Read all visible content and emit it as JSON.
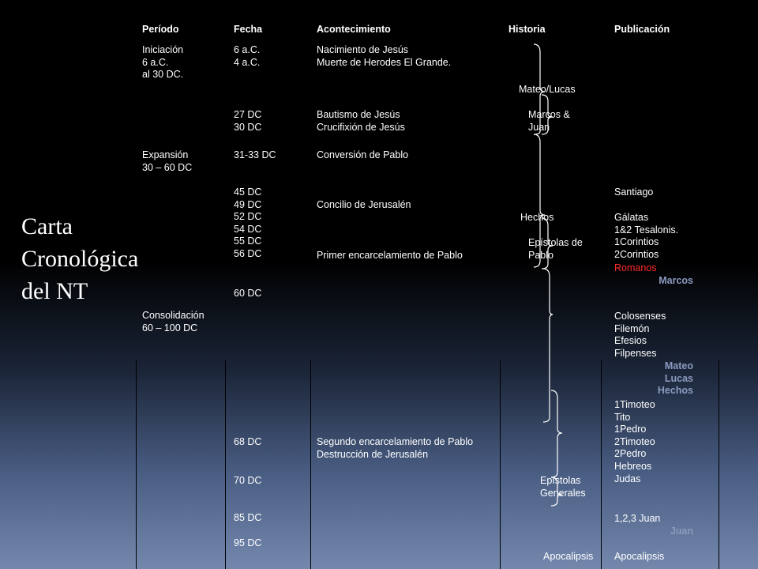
{
  "slide_title": "Carta\nCronológica\ndel NT",
  "headers": {
    "periodo": "Período",
    "fecha": "Fecha",
    "acontecimiento": "Acontecimiento",
    "historia": "Historia",
    "publicacion": "Publicación"
  },
  "periodo": {
    "iniciacion": "Iniciación\n6 a.C.\nal 30 DC.",
    "expansion": "Expansión\n30 – 60 DC",
    "consolidacion": "Consolidación\n60 – 100 DC"
  },
  "fecha": {
    "f1": "6 a.C.\n4 a.C.",
    "f2": "27 DC\n30 DC",
    "f3": "31-33 DC",
    "f4": "45 DC\n49 DC\n52 DC\n54 DC\n55 DC\n56 DC",
    "f5": "60 DC",
    "f6": "68 DC",
    "f7": "70 DC",
    "f8": "85 DC",
    "f9": "95 DC"
  },
  "acontecimiento": {
    "a1": "Nacimiento de Jesús\nMuerte de Herodes El Grande.",
    "a2": "Bautismo de Jesús\nCrucifixión de Jesús",
    "a3": "Conversión de Pablo",
    "a4": "Concilio de Jerusalén",
    "a5": "Primer encarcelamiento de Pablo",
    "a6": "Segundo encarcelamiento de Pablo\nDestrucción de Jerusalén"
  },
  "historia": {
    "h1": "Mateo/Lucas",
    "h2": "Marcos &\nJuan",
    "h3": "Hechos",
    "h4": "Epístolas de\nPablo",
    "h5": "Epístolas\nGenerales",
    "h6": "Apocalipsis"
  },
  "publicacion": {
    "p1": "Santiago",
    "p2": "Gálatas\n1&2 Tesalonis.\n1Corintios\n2Corintios",
    "p3_red": "Romanos",
    "p4_blue": "Marcos",
    "p5": "Colosenses\nFilemón\nEfesios\nFilpenses",
    "p6_blue": "Mateo\nLucas\nHechos",
    "p7": "1Timoteo\nTito\n1Pedro\n2Timoteo\n2Pedro\nHebreos\nJudas",
    "p8": "1,2,3 Juan",
    "p9_blue": "Juan",
    "p10": "Apocalipsis"
  },
  "colors": {
    "text": "#ffffff",
    "highlight_red": "#ff2a2a",
    "highlight_blue": "#8c9bc0",
    "background_top": "#000000",
    "background_bottom": "#7488ad"
  }
}
